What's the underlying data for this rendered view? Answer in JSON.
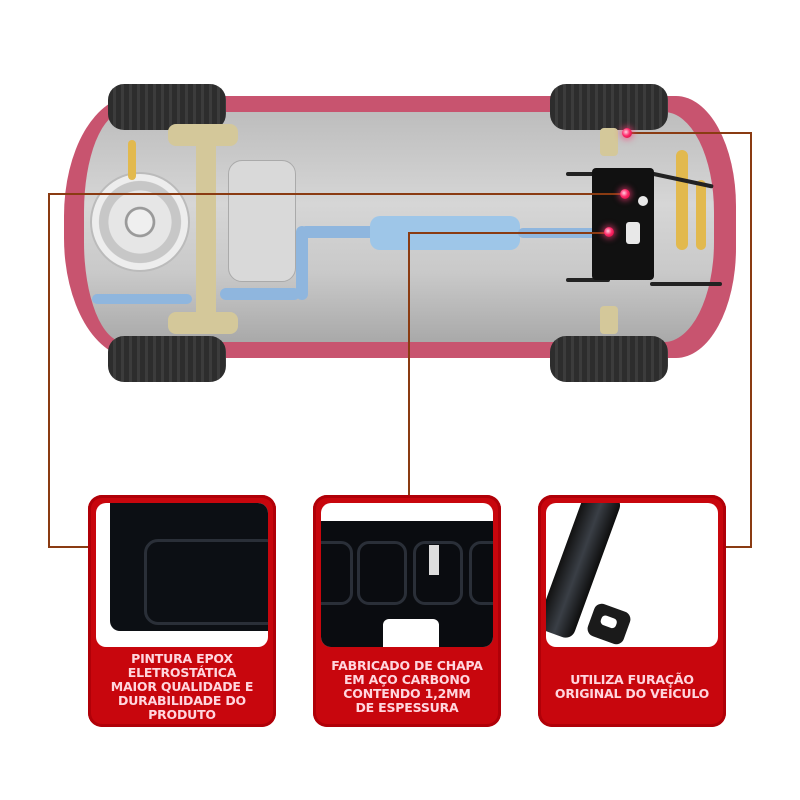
{
  "image": {
    "subject": "car underbody with protective skid plate (protetor de cárter)",
    "accent_color": "#c8060d",
    "connector_color": "#8a3b12",
    "caption_text_color": "#ffd6de"
  },
  "callouts": [
    {
      "id": "epox-paint",
      "photo": "closeup-black-plate-surface",
      "caption": "PINTURA EPOX\nELETROSTÁTICA\nMAIOR QUALIDADE E\nDURABILIDADE DO PRODUTO"
    },
    {
      "id": "carbon-steel",
      "photo": "closeup-plate-pockets-with-label",
      "caption": "FABRICADO DE CHAPA\nEM AÇO CARBONO\nCONTENDO 1,2MM\nDE ESPESSURA"
    },
    {
      "id": "original-holes",
      "photo": "closeup-mounting-rod",
      "caption": "UTILIZA FURAÇÃO\nORIGINAL DO VEÍCULO"
    }
  ]
}
